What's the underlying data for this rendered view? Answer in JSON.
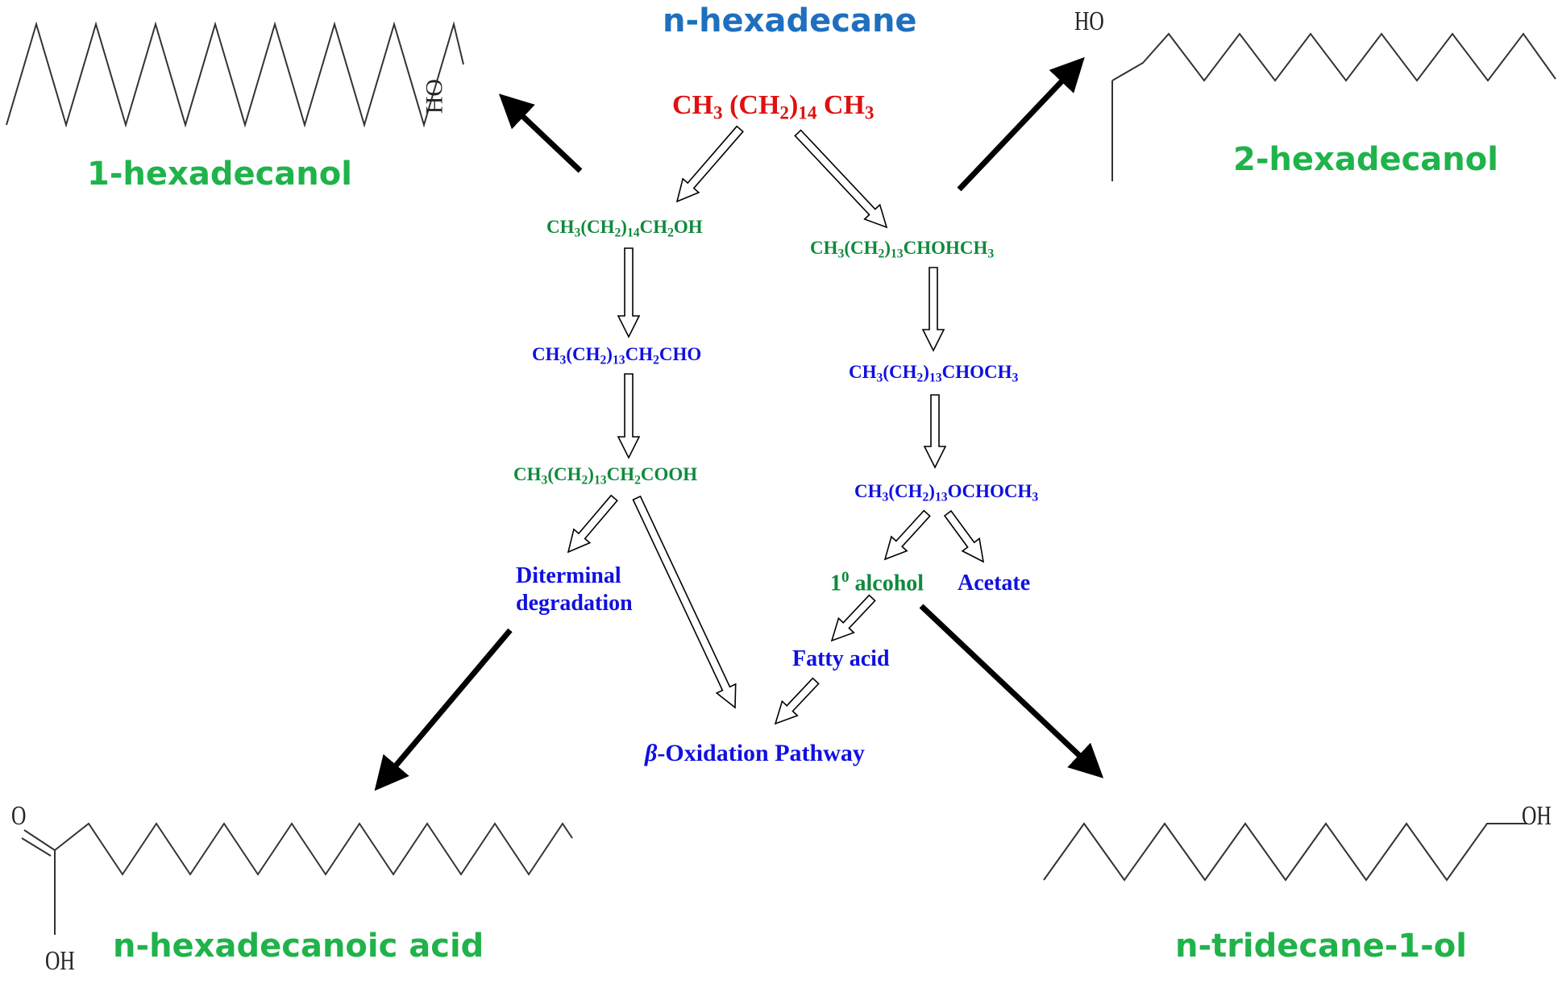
{
  "colors": {
    "title_blue": "#1f6fbf",
    "red": "#e01010",
    "green": "#0f8a3c",
    "product_green": "#1fb34a",
    "blue": "#1010e0",
    "black": "#000000"
  },
  "title": "n-hexadecane",
  "substrate": {
    "ch3_left": "CH",
    "ch3_left_sub": "3",
    "ch2": "(CH",
    "ch2_sub": "2",
    "ch2_close": ")",
    "ch2_count": "14",
    "ch3_right": "CH",
    "ch3_right_sub": "3"
  },
  "products": {
    "hexadecanol_1": {
      "name": "1-hexadecanol",
      "oh": "OH"
    },
    "hexadecanol_2": {
      "name": "2-hexadecanol",
      "ho": "HO"
    },
    "hexadecanoic_acid": {
      "name": "n-hexadecanoic acid",
      "o": "O",
      "oh": "OH"
    },
    "tridecanol": {
      "name": "n-tridecane-1-ol",
      "oh": "OH"
    }
  },
  "left_pathway": {
    "step1": {
      "a": "CH",
      "a_sub": "3",
      "b": "(CH",
      "b_sub": "2",
      "c": ")",
      "c_sub": "14",
      "d": "CH",
      "d_sub": "2",
      "e": "OH"
    },
    "step2": {
      "a": "CH",
      "a_sub": "3",
      "b": "(CH",
      "b_sub": "2",
      "c": ")",
      "c_sub": "13",
      "d": "CH",
      "d_sub": "2",
      "e": "CHO"
    },
    "step3": {
      "a": "CH",
      "a_sub": "3",
      "b": "(CH",
      "b_sub": "2",
      "c": ")",
      "c_sub": "13",
      "d": "CH",
      "d_sub": "2",
      "e": "COOH"
    },
    "diterminal_line1": "Diterminal",
    "diterminal_line2": "degradation"
  },
  "right_pathway": {
    "step1": {
      "a": "CH",
      "a_sub": "3",
      "b": "(CH",
      "b_sub": "2",
      "c": ")",
      "c_sub": "13",
      "d": "CHOHCH",
      "d_sub": "3"
    },
    "step2": {
      "a": "CH",
      "a_sub": "3",
      "b": "(CH",
      "b_sub": "2",
      "c": ")",
      "c_sub": "13",
      "d": "CHOCH",
      "d_sub": "3"
    },
    "step3": {
      "a": "CH",
      "a_sub": "3",
      "b": "(CH",
      "b_sub": "2",
      "c": ")",
      "c_sub": "13",
      "d": "OCHOCH",
      "d_sub": "3"
    },
    "alcohol_num": "1",
    "alcohol_sup": "0",
    "alcohol_word": "alcohol",
    "acetate": "Acetate",
    "fatty_acid": "Fatty acid"
  },
  "beta": {
    "symbol": "β",
    "text": "-Oxidation Pathway"
  }
}
